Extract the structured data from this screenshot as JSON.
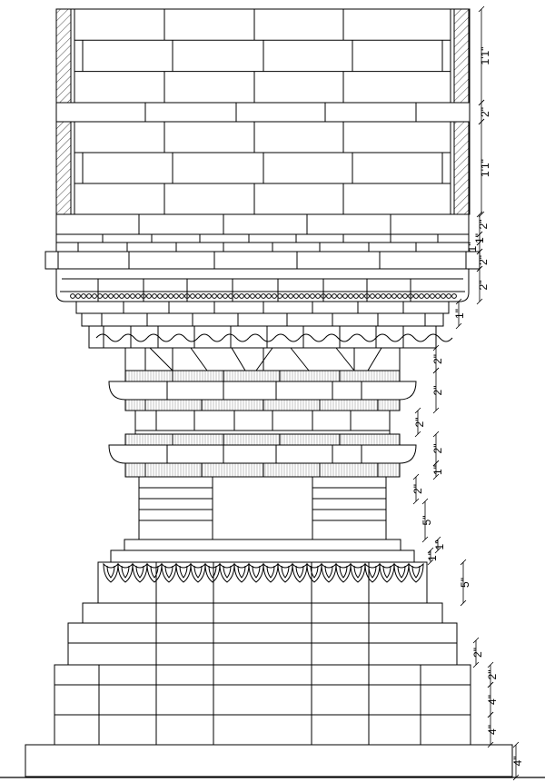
{
  "drawing": {
    "dimensions": [
      {
        "id": "dim-shaft-upper",
        "label": "1'1\""
      },
      {
        "id": "dim-shaft-band",
        "label": "2\""
      },
      {
        "id": "dim-shaft-lower",
        "label": "1'1\""
      },
      {
        "id": "dim-abacus-top-a",
        "label": "2\""
      },
      {
        "id": "dim-abacus-top-b",
        "label": "1\""
      },
      {
        "id": "dim-abacus-top-c",
        "label": "1\""
      },
      {
        "id": "dim-slab",
        "label": "2\""
      },
      {
        "id": "dim-cornice",
        "label": "2\""
      },
      {
        "id": "dim-corbel-step",
        "label": "1\""
      },
      {
        "id": "dim-bracket",
        "label": "2\""
      },
      {
        "id": "dim-cushion-upper",
        "label": "2\""
      },
      {
        "id": "dim-neck",
        "label": "2\""
      },
      {
        "id": "dim-cushion-lower",
        "label": "2\""
      },
      {
        "id": "dim-cushion-step",
        "label": "1\""
      },
      {
        "id": "dim-shaft-base-top",
        "label": "2\""
      },
      {
        "id": "dim-shaft-base",
        "label": "5\""
      },
      {
        "id": "dim-plinth-steps-a",
        "label": "1\""
      },
      {
        "id": "dim-plinth-steps-b",
        "label": "1\""
      },
      {
        "id": "dim-lotus-band",
        "label": "5\""
      },
      {
        "id": "dim-steps",
        "label": "2\""
      },
      {
        "id": "dim-pedestal-top",
        "label": "2\""
      },
      {
        "id": "dim-pedestal-mid",
        "label": "4\""
      },
      {
        "id": "dim-pedestal-low",
        "label": "4\""
      },
      {
        "id": "dim-base-slab",
        "label": "4\""
      }
    ]
  }
}
